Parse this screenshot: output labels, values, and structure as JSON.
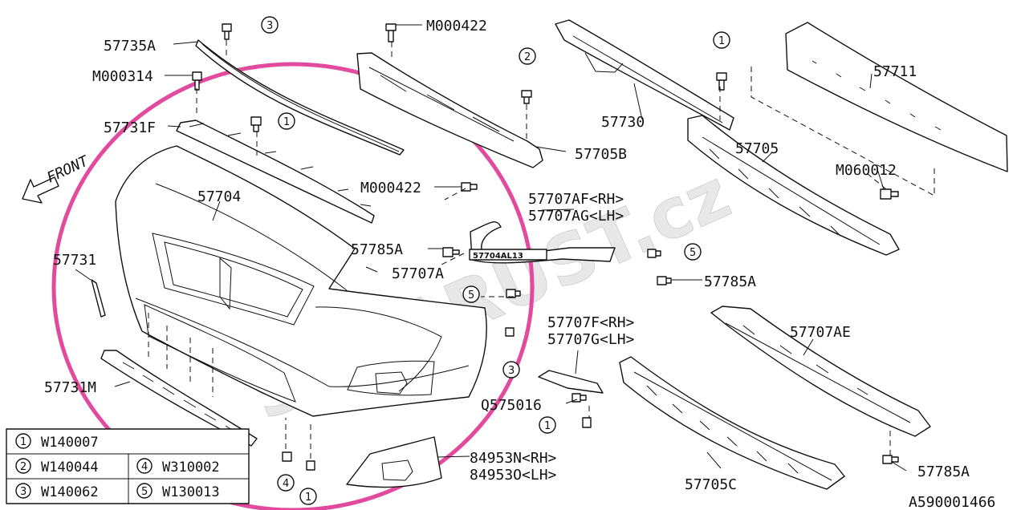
{
  "front_label": "FRONT",
  "watermark_text": "SUBARUST.cz",
  "part_labels": {
    "p57735a": "57735A",
    "m000314": "M000314",
    "p57731f": "57731F",
    "m000422_top": "M000422",
    "p57705b": "57705B",
    "m000422_mid": "M000422",
    "p57730": "57730",
    "p57711": "57711",
    "p57705": "57705",
    "m060012": "M060012",
    "p57704": "57704",
    "p57731": "57731",
    "p57707af": "57707AF<RH>",
    "p57707ag": "57707AG<LH>",
    "p57785a_1": "57785A",
    "p57704al13": "57704AL13",
    "p57707a": "57707A",
    "p57785a_2": "57785A",
    "p57707f": "57707F<RH>",
    "p57707g": "57707G<LH>",
    "p57707ae": "57707AE",
    "p57731m": "57731M",
    "q575016": "Q575016",
    "p84953n": "84953N<RH>",
    "p84953o": "84953O<LH>",
    "p57705c": "57705C",
    "p57785a_3": "57785A",
    "drawing_id": "A590001466"
  },
  "callouts": {
    "c3_top": "3",
    "c1_top": "1",
    "c2_top": "2",
    "c1_right": "1",
    "c5_right": "5",
    "c5_mid": "5",
    "c3_mid": "3",
    "c1_bottom_mid": "1",
    "c4_bottom": "4",
    "c1_bottom": "1"
  },
  "legend": [
    {
      "num": "1",
      "code": "W140007"
    },
    {
      "num": "2",
      "code": "W140044"
    },
    {
      "num": "3",
      "code": "W140062"
    },
    {
      "num": "4",
      "code": "W310002"
    },
    {
      "num": "5",
      "code": "W130013"
    }
  ],
  "colors": {
    "highlight": "#e14a9d",
    "line": "#111111",
    "background": "#ffffff"
  }
}
